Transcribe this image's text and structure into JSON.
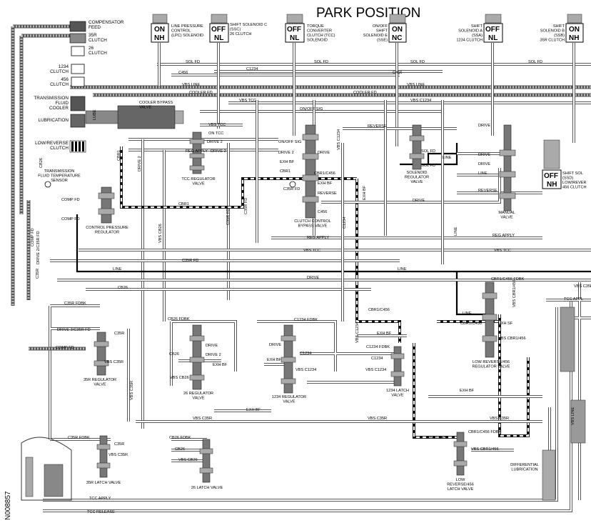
{
  "title": "PARK POSITION",
  "side_code": "N008857",
  "solenoids": [
    {
      "id": "lpc",
      "state_top": "ON",
      "state_bot": "NH",
      "label": "LINE PRESSURE\nCONTROL\n(LPC) SOLENOID"
    },
    {
      "id": "ssc",
      "state_top": "OFF",
      "state_bot": "NL",
      "label": "SHIFT SOLENOID C\n(SSC)\n26 CLUTCH"
    },
    {
      "id": "tcc",
      "state_top": "OFF",
      "state_bot": "NL",
      "label": "TORQUE\nCONVERTER\nCLUTCH (TCC)\nSOLENOID"
    },
    {
      "id": "sse",
      "state_top": "ON",
      "state_bot": "NC",
      "label": "ON/OFF\nSHIFT\nSOLENOID E\n(SSE)"
    },
    {
      "id": "ssa",
      "state_top": "OFF",
      "state_bot": "NL",
      "label": "SHIFT\nSOLENOID A\n(SSA)\n1234 CLUTCH"
    },
    {
      "id": "ssb",
      "state_top": "ON",
      "state_bot": "NH",
      "label": "SHIFT\nSOLENOID B\n(SSB)\n35R CLUTCH"
    },
    {
      "id": "ssd",
      "state_top": "OFF",
      "state_bot": "NH",
      "label": "SHIFT SOL\n(SSD)\nLOW/REVER\n456 CLUTCH"
    }
  ],
  "legend": [
    {
      "id": "comp",
      "label": "COMPENSATOR\nFEED"
    },
    {
      "id": "c35r",
      "label": "35R\nCLUTCH"
    },
    {
      "id": "c26",
      "label": "26\nCLUTCH"
    },
    {
      "id": "c1234",
      "label": "1234\nCLUTCH"
    },
    {
      "id": "c456",
      "label": "456\nCLUTCH"
    },
    {
      "id": "cooler",
      "label": "TRANSMISSION\nFLUID\nCOOLER"
    },
    {
      "id": "lube",
      "label": "LUBRICATION"
    },
    {
      "id": "lowrev",
      "label": "LOW/REVERSE\nCLUTCH"
    }
  ],
  "components": {
    "cooler_bypass": "COOLER BYPASS\nVALVE",
    "temp_sensor": "TRANSMISSION\nFLUID TEMPERATURE\nSENSOR",
    "cpr": "CONTROL PRESSURE\nREGULATOR",
    "tcc_reg": "TCC REGULATOR\nVALVE",
    "ccbv": "CLUTCH CONTROL\nBYPASS VALVE",
    "sol_reg": "SOLENOID\nREGULATOR\nVALVE",
    "manual": "MANUAL\nVALVE",
    "lr456_reg": "LOW REVERSE/456\nREGULATOR VALVE",
    "reg35r": "35R REGULATOR\nVALVE",
    "reg26": "26 REGULATOR\nVALVE",
    "reg1234": "1234 REGULATOR\nVALVE",
    "latch1234": "1234 LATCH\nVALVE",
    "latch35r": "35R LATCH VALVE",
    "latch26": "26 LATCH VALVE",
    "latch_lr456": "LOW\nREVERSE/456\nLATCH VALVE",
    "diff_lube": "DIFFERENTIAL\nLUBRICATION"
  },
  "lines": {
    "sol_fd": "SOL FD",
    "c456": "C456",
    "c1234": "C1234",
    "vbs_line": "VBS LINE",
    "cooler_fd": "COOLER FD",
    "vbs_tcc": "VBS TCC",
    "on_off_sig": "ON/OFF SIG",
    "vbs_c1234": "VBS C1234",
    "on_tcc": "ON TCC",
    "reverse": "REVERSE",
    "drive2": "DRIVE 2",
    "reg_apply": "REG APPLY",
    "drive": "DRIVE",
    "exh_bf": "EXH BF",
    "cbr1": "CBR1",
    "cbr1_c456": "CBR1/C456",
    "c35r_fd": "C35R FD",
    "comp_fd": "COMP FD",
    "line": "LINE",
    "cb26": "CB26",
    "c35r_fdbk": "C35R FDBK",
    "drive2_c35r": "DRIVE 2/C35R FD",
    "c35r": "C35R",
    "vbs_c35r": "VBS C35R",
    "cb26_fdbk": "CB26 FDBK",
    "vbs_cb26": "VBS CB26",
    "c1234_fdbk": "C1234 FDBK",
    "cbr1_c456_fdbk": "CBR1/C456 FDBK",
    "vbs_cbr1_456": "VBS CBR1/456",
    "exh_sf": "EXH SF",
    "tcc_apply": "TCC APPLY",
    "tcc_release": "TCC RELEASE",
    "lube": "LUBE",
    "line_v": "LINE",
    "cb26_side": "CB26",
    "vbs_c35r_b": "VBS C35R",
    "tcc_appl": "TCC APPL",
    "vbs_line_v": "VBS LINE",
    "comp_fd_h": "COMP FD",
    "c35r_side": "C35R",
    "vbs_cbr1_456_v": "VBS CBR1/456",
    "c1234_v": "C1234",
    "exh_bf_v": "EXH BF",
    "vbs_c1234_h": "VBS C1234"
  },
  "colors": {
    "ink": "#222222",
    "grey_line": "#444444",
    "paper": "#ffffff"
  }
}
